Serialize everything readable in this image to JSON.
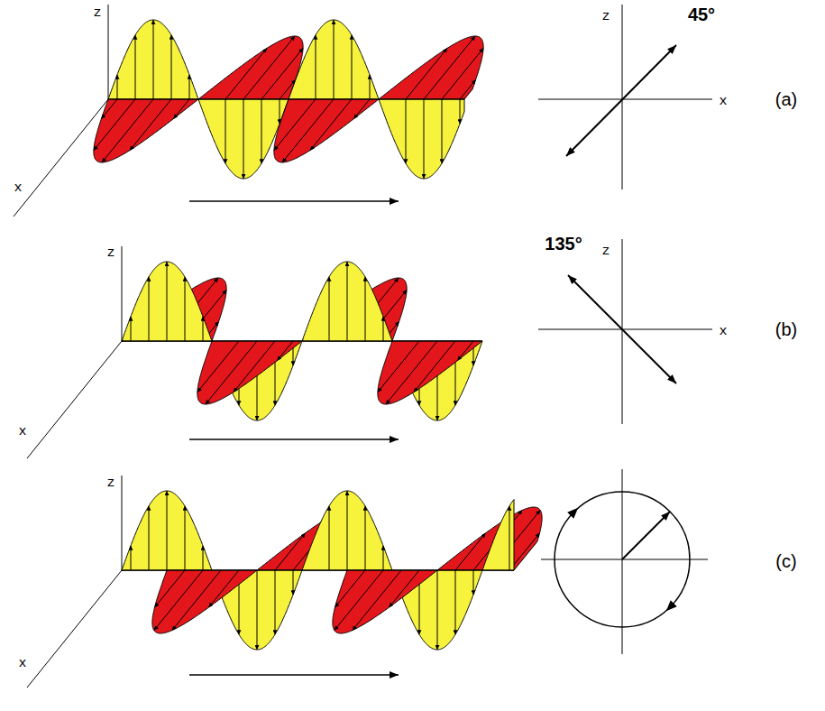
{
  "diagram": {
    "labels": [
      "z",
      "x",
      "45°",
      "z",
      "x",
      "(a)",
      "z",
      "x",
      "135°",
      "z",
      "x",
      "(b)",
      "z",
      "x",
      "(c)"
    ]
  }
}
